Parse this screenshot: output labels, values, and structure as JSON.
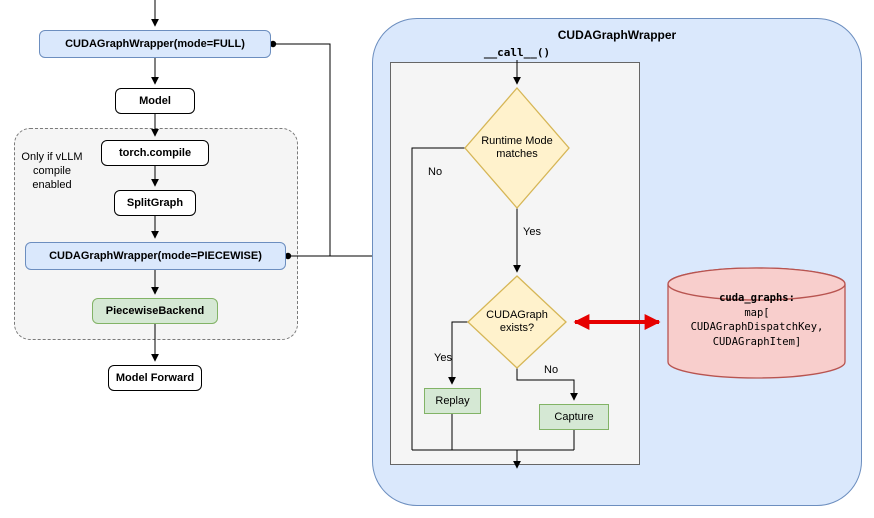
{
  "left_flow": {
    "full_wrapper": "CUDAGraphWrapper(mode=FULL)",
    "model": "Model",
    "note": "Only if vLLM compile enabled",
    "torch_compile": "torch.compile",
    "split_graph": "SplitGraph",
    "piecewise_wrapper": "CUDAGraphWrapper(mode=PIECEWISE)",
    "piecewise_backend": "PiecewiseBackend",
    "model_forward": "Model Forward"
  },
  "wrapper_panel": {
    "title": "CUDAGraphWrapper",
    "call_label": "__call__()",
    "diamond_runtime": {
      "line1": "Runtime Mode",
      "line2": "matches"
    },
    "diamond_exists": {
      "line1": "CUDAGraph",
      "line2": "exists?"
    },
    "labels": {
      "no1": "No",
      "yes1": "Yes",
      "yes2": "Yes",
      "no2": "No"
    },
    "replay": "Replay",
    "capture": "Capture"
  },
  "datastore": {
    "title": "cuda_graphs:",
    "line2": "map[",
    "line3": "CUDAGraphDispatchKey,",
    "line4": "CUDAGraphItem]"
  },
  "colors": {
    "blue_fill": "#dae8fc",
    "blue_stroke": "#6c8ebf",
    "green_fill": "#d5e8d4",
    "green_stroke": "#82b366",
    "yellow_fill": "#fff2cc",
    "yellow_stroke": "#d6b656",
    "pink_fill": "#f8cecc",
    "pink_stroke": "#b85450",
    "gray_fill": "#f5f5f5",
    "arrow_red": "#e60000"
  }
}
